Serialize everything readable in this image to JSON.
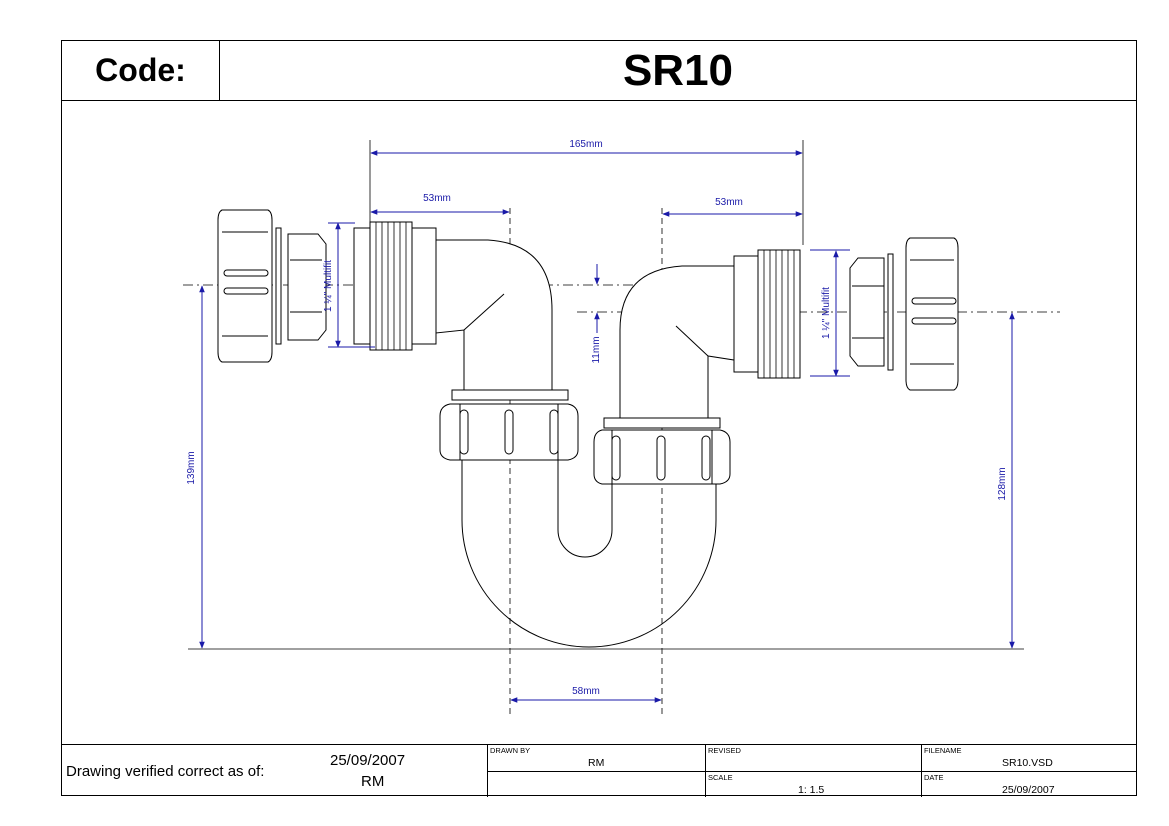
{
  "header": {
    "code_label": "Code:",
    "code_value": "SR10"
  },
  "dimensions": {
    "overall_width": "165mm",
    "left_inlet": "53mm",
    "right_outlet": "53mm",
    "left_thread": "1 ¼\" Multifit",
    "right_thread": "1 ¼\" Multifit",
    "offset": "11mm",
    "left_height": "139mm",
    "right_height": "128mm",
    "trap_width": "58mm"
  },
  "footer": {
    "verified_label": "Drawing verified  correct as of:",
    "verified_date": "25/09/2007",
    "verified_by": "RM",
    "drawn_by_label": "DRAWN BY",
    "drawn_by": "RM",
    "revised_label": "REVISED",
    "revised": "",
    "filename_label": "FILENAME",
    "filename": "SR10.VSD",
    "scale_label": "SCALE",
    "scale": "1: 1.5",
    "date_label": "DATE",
    "date": "25/09/2007"
  },
  "colors": {
    "dimension": "#1a1aa8",
    "line": "#000000"
  }
}
